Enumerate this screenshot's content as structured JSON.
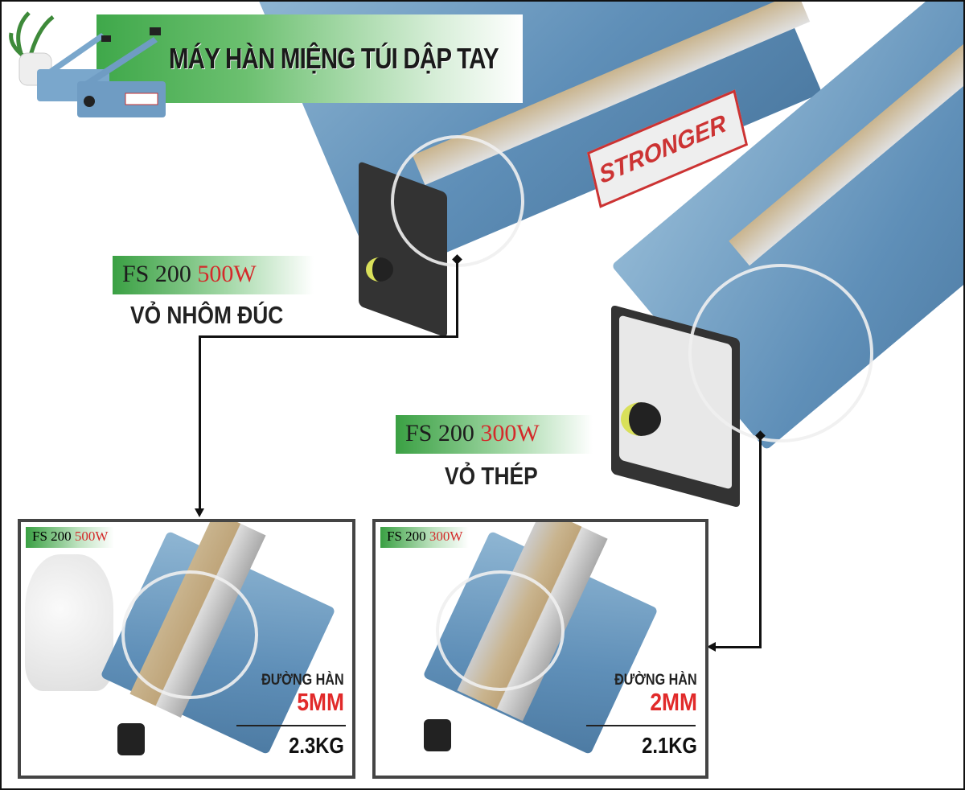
{
  "header": {
    "title": "MÁY HÀN MIỆNG TÚI DẬP TAY"
  },
  "brand": "STRONGER",
  "products": [
    {
      "model": "FS 200",
      "power": "500W",
      "casing": "VỎ NHÔM ĐÚC",
      "seal_label": "ĐƯỜNG HÀN",
      "seal_width": "5MM",
      "weight": "2.3KG"
    },
    {
      "model": "FS 200",
      "power": "300W",
      "casing": "VỎ THÉP",
      "seal_label": "ĐƯỜNG HÀN",
      "seal_width": "2MM",
      "weight": "2.1KG"
    }
  ],
  "colors": {
    "accent_green": "#3aa043",
    "power_red": "#d42a2a",
    "machine_blue": "#6f9cc3",
    "border": "#444444"
  }
}
